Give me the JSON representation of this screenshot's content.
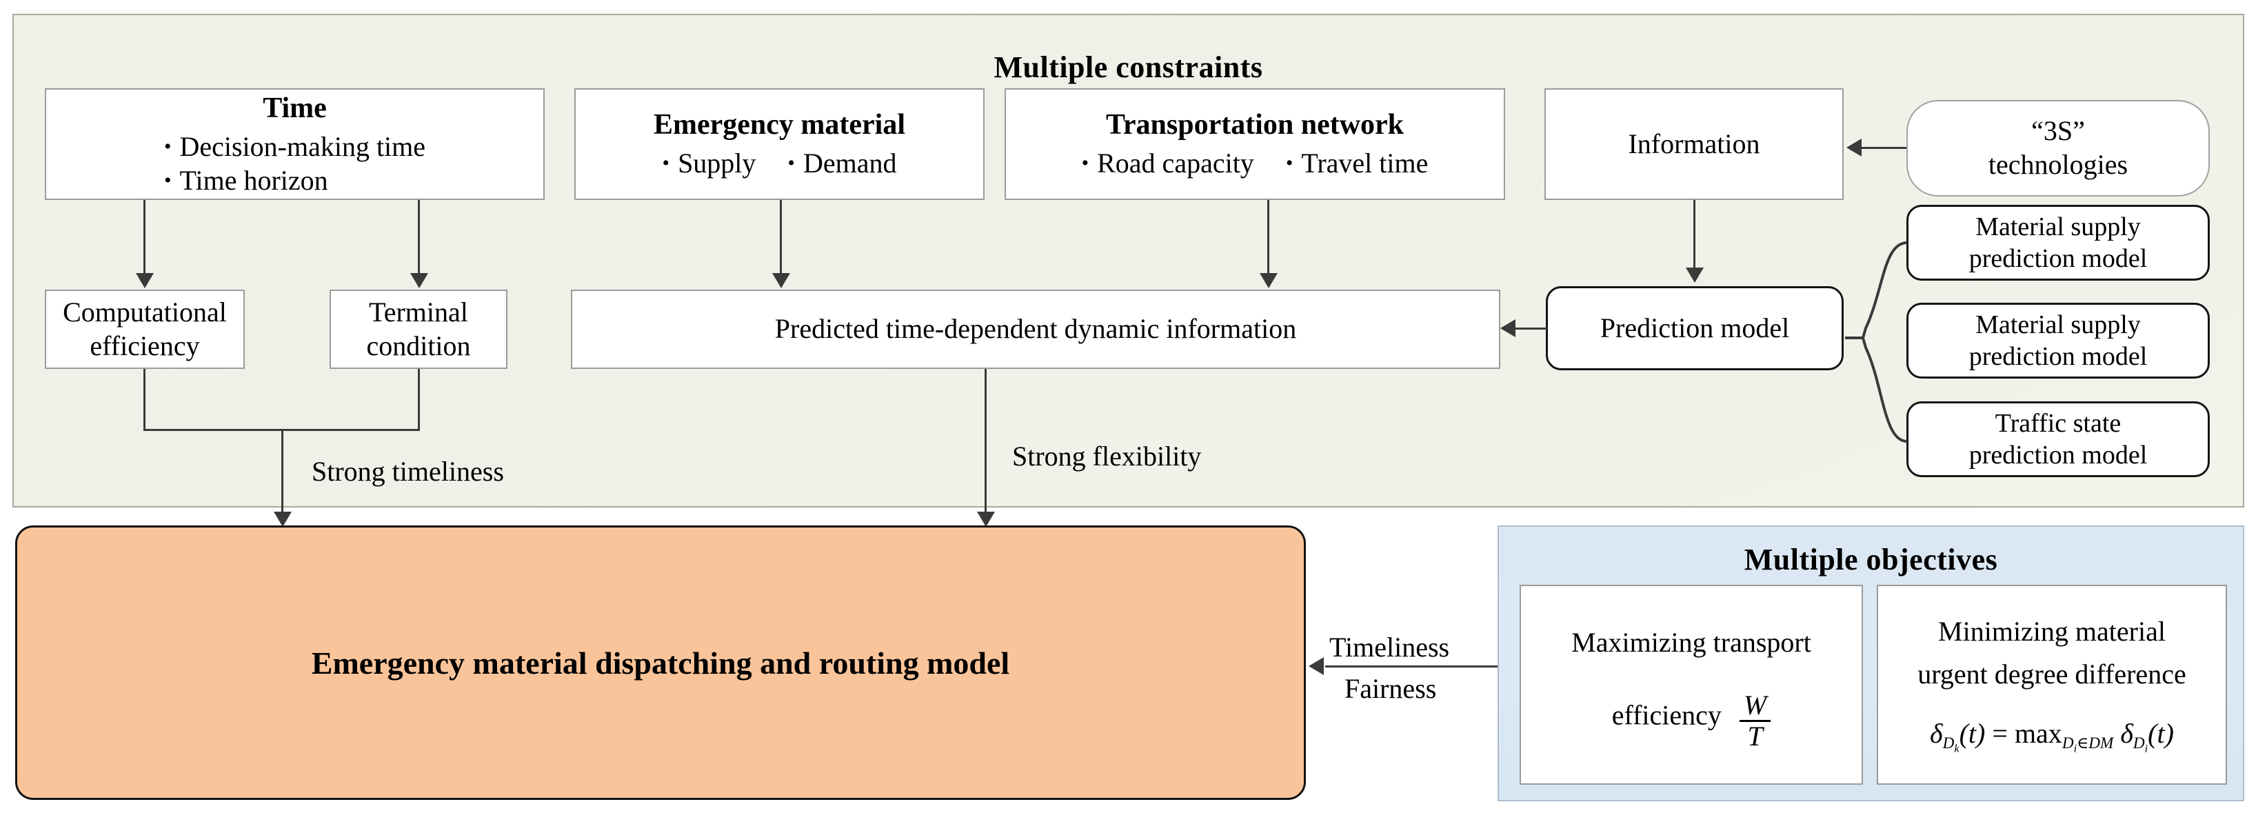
{
  "constraints": {
    "title": "Multiple constraints",
    "time_box": {
      "header": "Time",
      "bullets": [
        "Decision-making time",
        "Time horizon"
      ]
    },
    "material_box": {
      "header": "Emergency material",
      "bullets": [
        "Supply",
        "Demand"
      ]
    },
    "network_box": {
      "header": "Transportation  network",
      "bullets": [
        "Road capacity",
        "Travel time"
      ]
    },
    "information_box": {
      "label": "Information"
    },
    "technologies_box": {
      "line1": "“3S”",
      "line2": "technologies"
    },
    "computational_box": {
      "line1": "Computational",
      "line2": "efficiency"
    },
    "terminal_box": {
      "line1": "Terminal",
      "line2": "condition"
    },
    "predicted_info_box": {
      "label": "Predicted time-dependent dynamic information"
    },
    "prediction_model_box": {
      "label": "Prediction model"
    },
    "sub_models": [
      {
        "line1": "Material supply",
        "line2": "prediction model"
      },
      {
        "line1": "Material supply",
        "line2": "prediction model"
      },
      {
        "line1": "Traffic state",
        "line2": "prediction model"
      }
    ]
  },
  "edges": {
    "strong_timeliness": "Strong timeliness",
    "strong_flexibility": "Strong flexibility",
    "timeliness": "Timeliness",
    "fairness": "Fairness"
  },
  "model": {
    "label": "Emergency material dispatching and routing model"
  },
  "objectives": {
    "title": "Multiple objectives",
    "left": {
      "line1": "Maximizing transport",
      "line2": "efficiency",
      "numerator": "W",
      "denominator": "T"
    },
    "right": {
      "line1": "Minimizing material",
      "line2": "urgent degree difference",
      "formula_plain": "δ_{D_k}(t) = max_{D_i∈DM} δ_{D_i}(t)",
      "formula_parts": {
        "delta1": "δ",
        "sub1_main": "D",
        "sub1_sub": "k",
        "arg1": "(t)",
        "equals": "=",
        "max": "max",
        "max_sub_main": "D",
        "max_sub_sub": "i",
        "max_sub_rest": "∈DM",
        "delta2": "δ",
        "sub2_main": "D",
        "sub2_sub": "i",
        "arg2": "(t)"
      }
    }
  },
  "colors": {
    "constraints_panel": "#eef2e9",
    "objectives_panel": "#dbe8f4",
    "model_box": "#fac49a",
    "connector": "#3a3a3a"
  }
}
